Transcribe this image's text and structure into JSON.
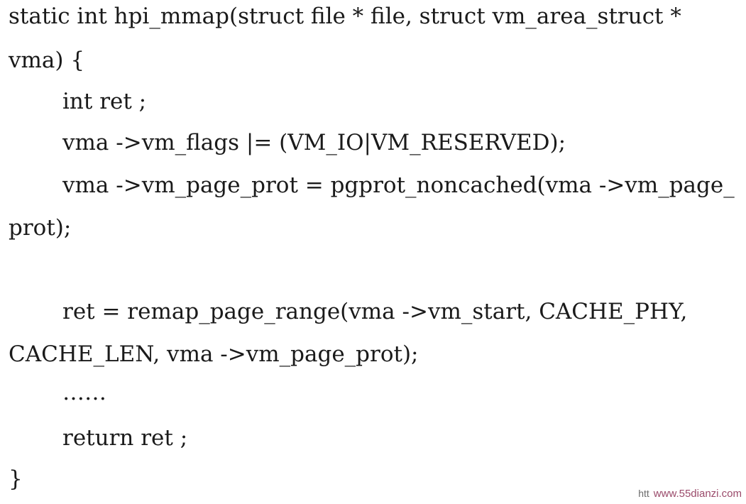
{
  "code": {
    "line1": "static int hpi_mmap(struct file * file, struct vm_area_struct *",
    "line2": "vma) {",
    "line3": "int ret ;",
    "line4": "vma ->vm_flags |= (VM_IO|VM_RESERVED);",
    "line5": "vma ->vm_page_prot = pgprot_noncached(vma ->vm_page_",
    "line6": "prot);",
    "line7": "ret = remap_page_range(vma ->vm_start, CACHE_PHY,",
    "line8": "CACHE_LEN, vma ->vm_page_prot);",
    "line9": "……",
    "line10": "return ret ;",
    "line11": "}"
  },
  "watermark": {
    "prefix": "htt",
    "site": "www.55dianzi.com"
  }
}
